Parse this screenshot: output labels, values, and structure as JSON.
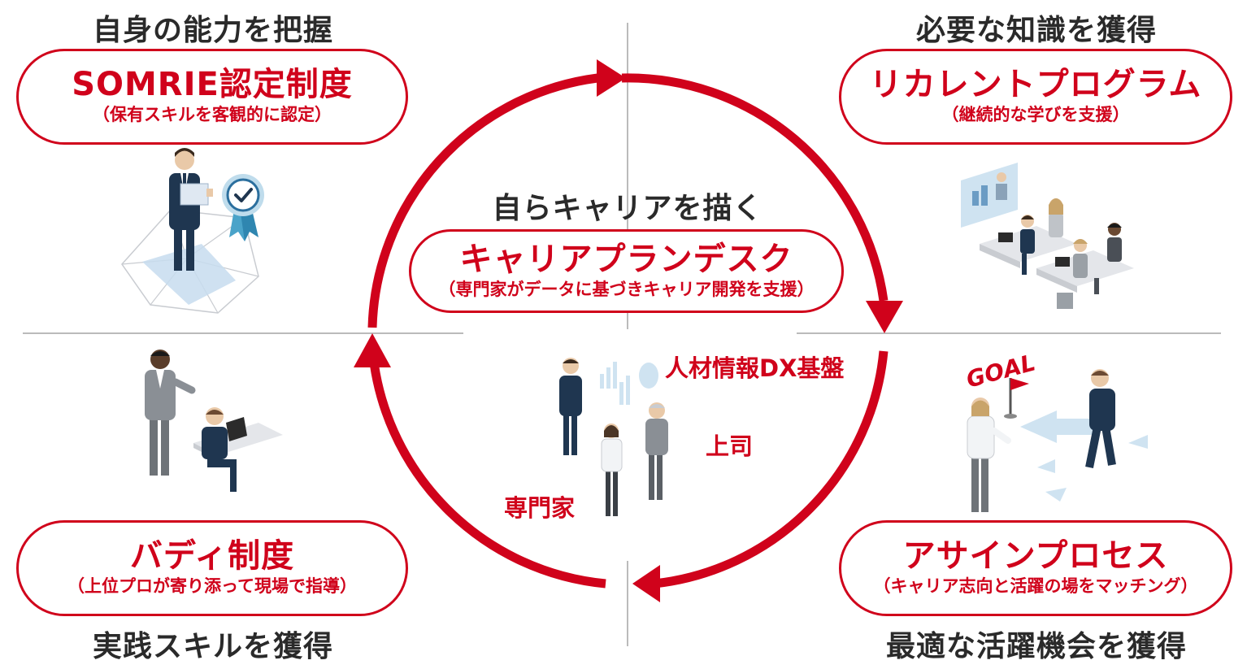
{
  "quadrants": {
    "top_left": {
      "heading": "自身の能力を把握",
      "title": "SOMRIE認定制度",
      "subtitle": "（保有スキルを客観的に認定）"
    },
    "top_right": {
      "heading": "必要な知識を獲得",
      "title": "リカレントプログラム",
      "subtitle": "（継続的な学びを支援）"
    },
    "bottom_left": {
      "heading": "実践スキルを獲得",
      "title": "バディ制度",
      "subtitle": "（上位プロが寄り添って現場で指導）"
    },
    "bottom_right": {
      "heading": "最適な活躍機会を獲得",
      "title": "アサインプロセス",
      "subtitle": "（キャリア志向と活躍の場をマッチング）"
    }
  },
  "center": {
    "heading": "自らキャリアを描く",
    "title": "キャリアプランデスク",
    "subtitle": "（専門家がデータに基づきキャリア開発を支援）",
    "labels": {
      "platform": "人材情報DX基盤",
      "boss": "上司",
      "expert": "専門家"
    }
  },
  "illustration_text": {
    "goal_flag": "GOAL"
  },
  "colors": {
    "accent_red": "#d0021b",
    "suit_navy": "#1f3650",
    "divider_gray": "#bbbbbb"
  }
}
